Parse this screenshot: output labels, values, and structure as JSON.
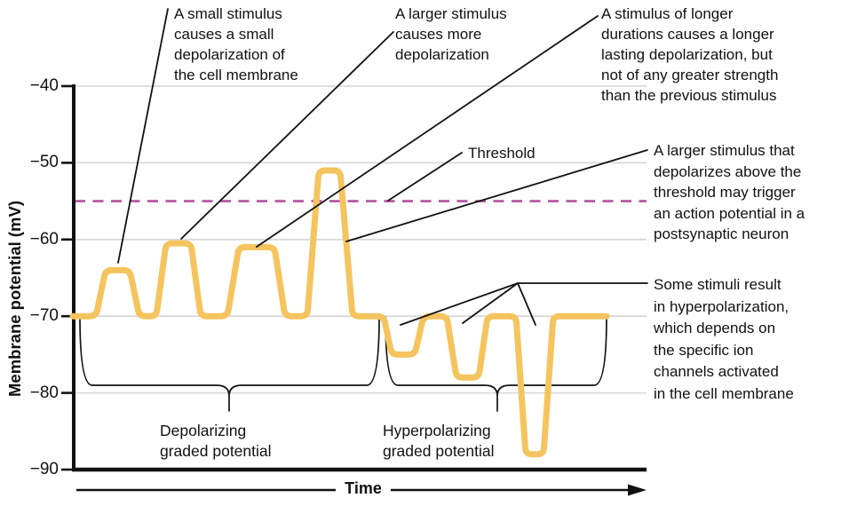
{
  "chart_data": {
    "type": "line",
    "title": "",
    "xlabel": "Time",
    "ylabel": "Membrane potential (mV)",
    "ylim": [
      -90,
      -40
    ],
    "yticks": [
      -40,
      -50,
      -60,
      -70,
      -80,
      -90
    ],
    "grid": true,
    "legend": "none",
    "resting_potential_mV": -70,
    "threshold_mV": -55,
    "series": [
      {
        "name": "membrane potential trace",
        "color": "#F5C45E",
        "points": [
          [
            82,
            -70
          ],
          [
            108,
            -70
          ],
          [
            119,
            -64
          ],
          [
            146,
            -64
          ],
          [
            157,
            -70
          ],
          [
            176,
            -70
          ],
          [
            187,
            -60.5
          ],
          [
            215,
            -60.5
          ],
          [
            226,
            -70
          ],
          [
            256,
            -70
          ],
          [
            269,
            -61
          ],
          [
            309,
            -61
          ],
          [
            321,
            -70
          ],
          [
            346,
            -70
          ],
          [
            359,
            -51
          ],
          [
            383,
            -51
          ],
          [
            397,
            -70
          ],
          [
            432,
            -70
          ],
          [
            441,
            -75
          ],
          [
            467,
            -75
          ],
          [
            477,
            -70
          ],
          [
            503,
            -70
          ],
          [
            514,
            -78
          ],
          [
            539,
            -78
          ],
          [
            549,
            -70
          ],
          [
            581,
            -70
          ],
          [
            592,
            -88
          ],
          [
            612,
            -88
          ],
          [
            623,
            -70
          ],
          [
            683,
            -70
          ]
        ]
      }
    ],
    "events": {
      "depolarizing_peaks_mV": [
        -64,
        -60.5,
        -61,
        -51
      ],
      "hyperpolarizing_troughs_mV": [
        -75,
        -78,
        -88
      ]
    }
  },
  "annotations": {
    "small_stimulus": "A small stimulus\ncauses a small\ndepolarization of\nthe cell membrane",
    "larger_stimulus": "A larger stimulus\ncauses more\ndepolarization",
    "longer_duration": "A stimulus of longer\ndurations causes a longer\nlasting depolarization, but\nnot of any greater strength\nthan the previous stimulus",
    "threshold_label": "Threshold",
    "above_threshold": "A larger stimulus that\ndepolarizes above the\nthreshold may trigger\nan action potential in a\npostsynaptic neuron",
    "hyperpolarization": "Some stimuli result\nin hyperpolarization,\nwhich depends on\nthe specific ion\nchannels activated\nin the cell membrane"
  },
  "region_labels": {
    "depolarizing": "Depolarizing\ngraded potential",
    "hyperpolarizing": "Hyperpolarizing\ngraded potential"
  },
  "colors": {
    "trace": "#F5C45E",
    "threshold": "#B2519F",
    "grid": "#D9D9D9",
    "ink": "#111111"
  }
}
